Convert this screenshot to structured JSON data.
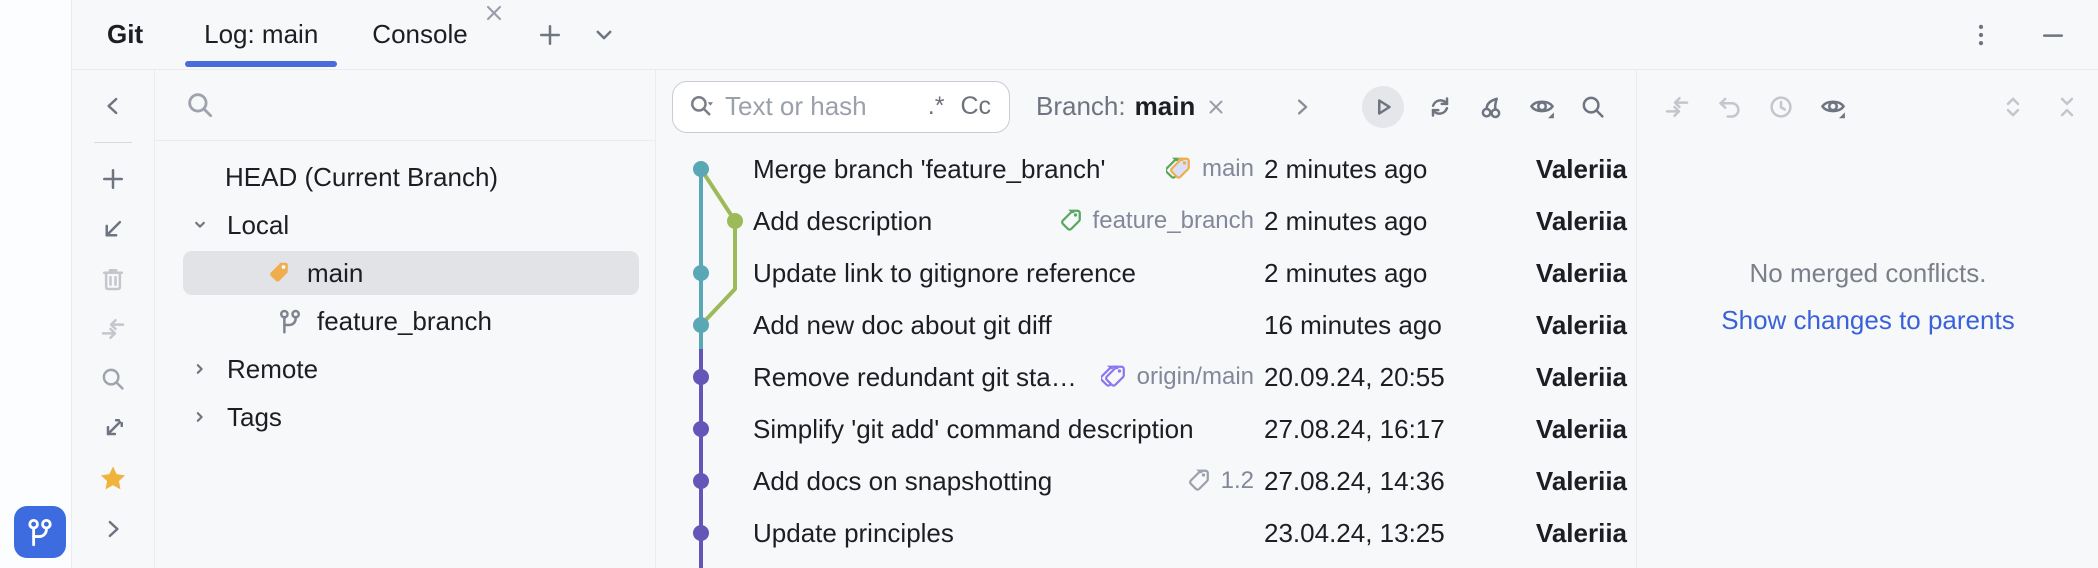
{
  "header": {
    "title": "Git",
    "tabs": [
      {
        "label": "Log: main",
        "active": true
      },
      {
        "label": "Console",
        "active": false
      }
    ],
    "icons": [
      "close-icon",
      "add-tab-icon",
      "chevron-down-icon",
      "kebab-menu-icon",
      "minimize-icon"
    ]
  },
  "stripe": {
    "git_tool_icon": "git-branch-icon",
    "accent_color": "#3d6be0"
  },
  "left_toolbar": {
    "icons": [
      "collapse-left-icon",
      "add-icon",
      "checkout-arrow-icon",
      "delete-icon",
      "apply-arrows-icon",
      "search-icon",
      "compare-branches-icon",
      "favorites-star-icon",
      "expand-right-icon"
    ],
    "star_color": "#f0b33e"
  },
  "branches": {
    "search_icon": "search-icon",
    "items": [
      {
        "label": "HEAD (Current Branch)"
      },
      {
        "label": "Local",
        "state": "expanded"
      },
      {
        "label": "main",
        "selected": true,
        "icon": "tag-icon"
      },
      {
        "label": "feature_branch",
        "icon": "git-branch-icon"
      },
      {
        "label": "Remote",
        "state": "collapsed"
      },
      {
        "label": "Tags",
        "state": "collapsed"
      }
    ]
  },
  "log": {
    "search": {
      "placeholder": "Text or hash",
      "value": "",
      "regex_label": ".*",
      "match_case_label": "Cc"
    },
    "filter": {
      "label": "Branch:",
      "value": "main"
    },
    "toolbar_icons": [
      "go-to-hash-icon",
      "refresh-icon",
      "cherry-pick-icon",
      "eye-icon",
      "find-icon"
    ],
    "commits": [
      {
        "message": "Merge branch 'feature_branch'",
        "ref": "main",
        "ref_style": "double-tag-green-orange",
        "time": "2 minutes ago",
        "author": "Valeriia",
        "selected": true,
        "node_color": "#5aa7b5"
      },
      {
        "message": "Add description",
        "ref": "feature_branch",
        "ref_style": "green-tag",
        "time": "2 minutes ago",
        "author": "Valeriia",
        "node_color": "#9cbb58"
      },
      {
        "message": "Update link to gitignore reference",
        "time": "2 minutes ago",
        "author": "Valeriia",
        "node_color": "#5aa7b5"
      },
      {
        "message": "Add new doc about git diff",
        "time": "16 minutes ago",
        "author": "Valeriia",
        "node_color": "#5aa7b5"
      },
      {
        "message": "Remove redundant git sta…",
        "ref": "origin/main",
        "ref_style": "double-tag-purple",
        "time": "20.09.24, 20:55",
        "author": "Valeriia",
        "node_color": "#6456b8"
      },
      {
        "message": "Simplify 'git add' command description",
        "time": "27.08.24, 16:17",
        "author": "Valeriia",
        "node_color": "#6456b8"
      },
      {
        "message": "Add docs on snapshotting",
        "ref": "1.2",
        "ref_style": "gray-tag",
        "time": "27.08.24, 14:36",
        "author": "Valeriia",
        "node_color": "#6456b8"
      },
      {
        "message": "Update principles",
        "time": "23.04.24, 13:25",
        "author": "Valeriia",
        "node_color": "#6456b8"
      }
    ]
  },
  "details": {
    "toolbar_icons": [
      "compare-icon",
      "rollback-icon",
      "history-icon",
      "preview-eye-icon",
      "expand-all-icon",
      "collapse-all-icon"
    ],
    "empty_text": "No merged conflicts.",
    "link_text": "Show changes to parents"
  },
  "colors": {
    "accent": "#3d6be0",
    "link": "#3a62d8",
    "selected_row_bg": "#d9e0f7",
    "tree_selection_bg": "#e1e3e7",
    "graph_teal": "#5aa7b5",
    "graph_green": "#9cbb58",
    "graph_purple": "#6456b8",
    "tag_orange": "#efad4d",
    "tag_green": "#59a75f",
    "tag_purple": "#8d75f0",
    "tag_gray": "#9ba0ac",
    "panel_bg": "#f7f8fa",
    "border": "#ebecf0"
  }
}
